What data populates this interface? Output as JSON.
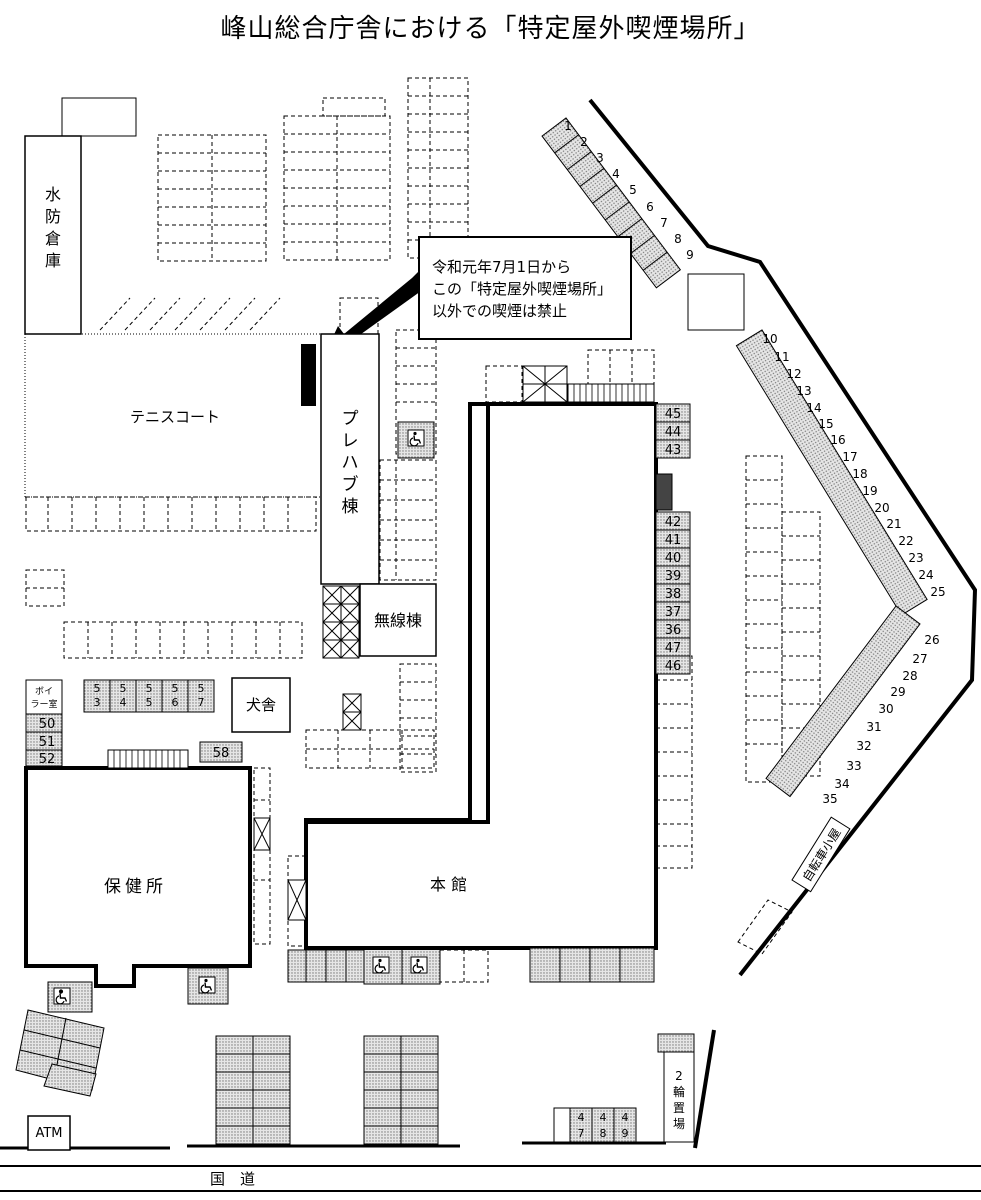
{
  "title": "峰山総合庁舎における「特定屋外喫煙場所」",
  "notice": {
    "line1": "令和元年7月1日から",
    "line2": "この「特定屋外喫煙場所」",
    "line3": "以外での喫煙は禁止"
  },
  "buildings": {
    "suibo": "水防倉庫",
    "tennis": "テニスコート",
    "prefab": "プレハブ棟",
    "musen": "無線棟",
    "kensha": "犬舎",
    "boiler": "ボイラー室",
    "hokenjo": "保健所",
    "honkan": "本 館",
    "bicycle": "自転車小屋",
    "twowheel": "2輪置場",
    "atm": "ATM",
    "road": "国　道"
  },
  "parking_numbers": {
    "upper_right": [
      "1",
      "2",
      "3",
      "4",
      "5",
      "6",
      "7",
      "8",
      "9"
    ],
    "right_upper": [
      "10",
      "11",
      "12",
      "13",
      "14",
      "15",
      "16",
      "17",
      "18",
      "19",
      "20",
      "21",
      "22",
      "23",
      "24",
      "25"
    ],
    "right_lower": [
      "26",
      "27",
      "28",
      "29",
      "30",
      "31",
      "32",
      "33",
      "34",
      "35"
    ],
    "center_col_top": [
      "45",
      "44",
      "43"
    ],
    "center_col": [
      "42",
      "41",
      "40",
      "39",
      "38",
      "37",
      "36",
      "47",
      "46"
    ],
    "left_col": [
      "50",
      "51",
      "52"
    ],
    "row_53": [
      "53",
      "54",
      "55",
      "56",
      "57"
    ],
    "single": "58",
    "bottom_row": [
      "47",
      "48",
      "49"
    ]
  },
  "colors": {
    "line": "#000000",
    "shade": "#d0d0d0",
    "smoking_area": "#000000"
  },
  "icons": [
    "wheelchair-icon",
    "cross-hatch-box"
  ]
}
